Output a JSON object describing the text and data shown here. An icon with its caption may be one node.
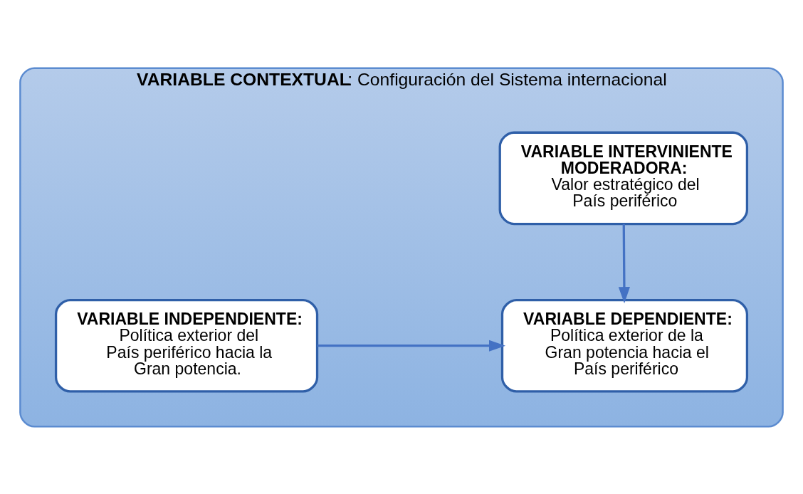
{
  "diagram": {
    "nodes": [
      {
        "text": [
          "**VARIABLE CONTEXTUAL**: Configuración del Sistema internacional"
        ]
      },
      {
        "text": [
          "VARIABLE INDEPENDIENTE:",
          "Política exterior del País periférico hacia la Gran potencia."
        ],
        "in": 0
      },
      {
        "text": [
          "VARIABLE INTERVINIENTE MODERADORA:",
          "Valor estratégico del País periférico"
        ],
        "in": 0
      },
      {
        "text": [
          "VARIABLE DEPENDIENTE:",
          "Política exterior de la Gran potencia hacia el País periférico"
        ],
        "in": 0
      }
    ],
    "edges": [
      {
        "from": 1,
        "to": 3,
        "arrow": "to"
      },
      {
        "from": 2,
        "to": 3,
        "arrow": "to"
      }
    ]
  }
}
